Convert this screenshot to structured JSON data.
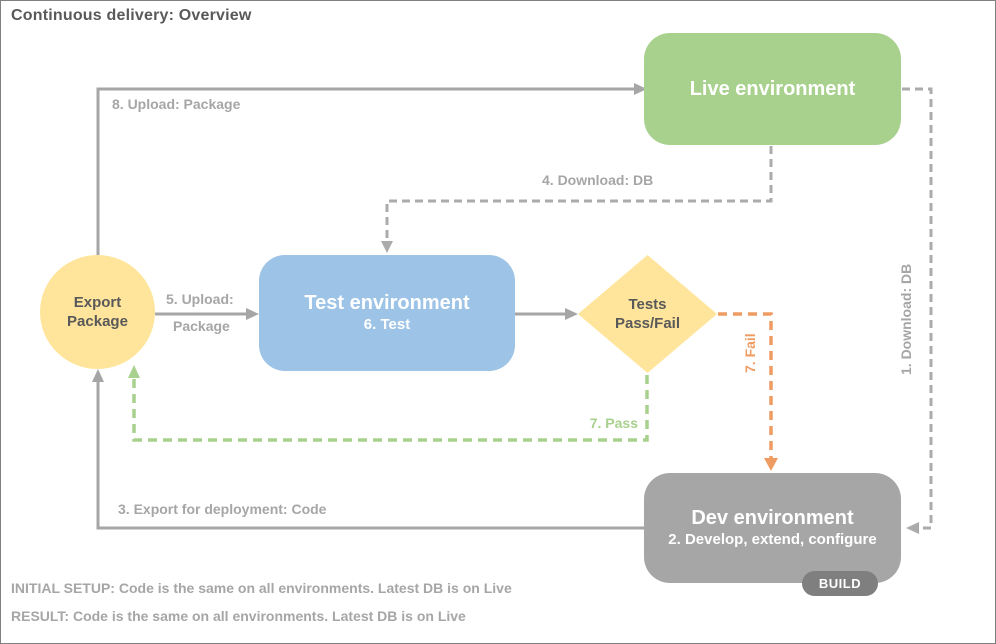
{
  "title": "Continuous delivery: Overview",
  "colors": {
    "live_green": "#a9d18e",
    "test_blue": "#9dc3e6",
    "shape_yellow": "#ffe59b",
    "dev_gray": "#a6a6a6",
    "build_gray": "#7f7f7f",
    "fail_orange": "#ef9c63",
    "pass_green": "#a9d18e",
    "label_gray": "#a6a6a6",
    "title_gray": "#595959"
  },
  "nodes": {
    "live": {
      "label": "Live environment"
    },
    "test": {
      "label": "Test environment",
      "sublabel": "6. Test"
    },
    "dev": {
      "label": "Dev environment",
      "sublabel": "2. Develop, extend, configure",
      "badge": "BUILD"
    },
    "export_package": {
      "line1": "Export",
      "line2": "Package"
    },
    "tests_decision": {
      "line1": "Tests",
      "line2": "Pass/Fail"
    }
  },
  "edges": {
    "upload_package_to_live": "8. Upload: Package",
    "upload_package_to_test_line1": "5. Upload:",
    "upload_package_to_test_line2": "Package",
    "download_db_to_test": "4. Download: DB",
    "download_db_to_dev": "1. Download: DB",
    "fail": "7. Fail",
    "pass": "7. Pass",
    "export_for_deployment": "3. Export for deployment: Code"
  },
  "notes": {
    "initial_setup": "INITIAL SETUP: Code is the same on all environments. Latest DB is on Live",
    "result": "RESULT: Code is the same on all environments. Latest DB is on Live"
  }
}
